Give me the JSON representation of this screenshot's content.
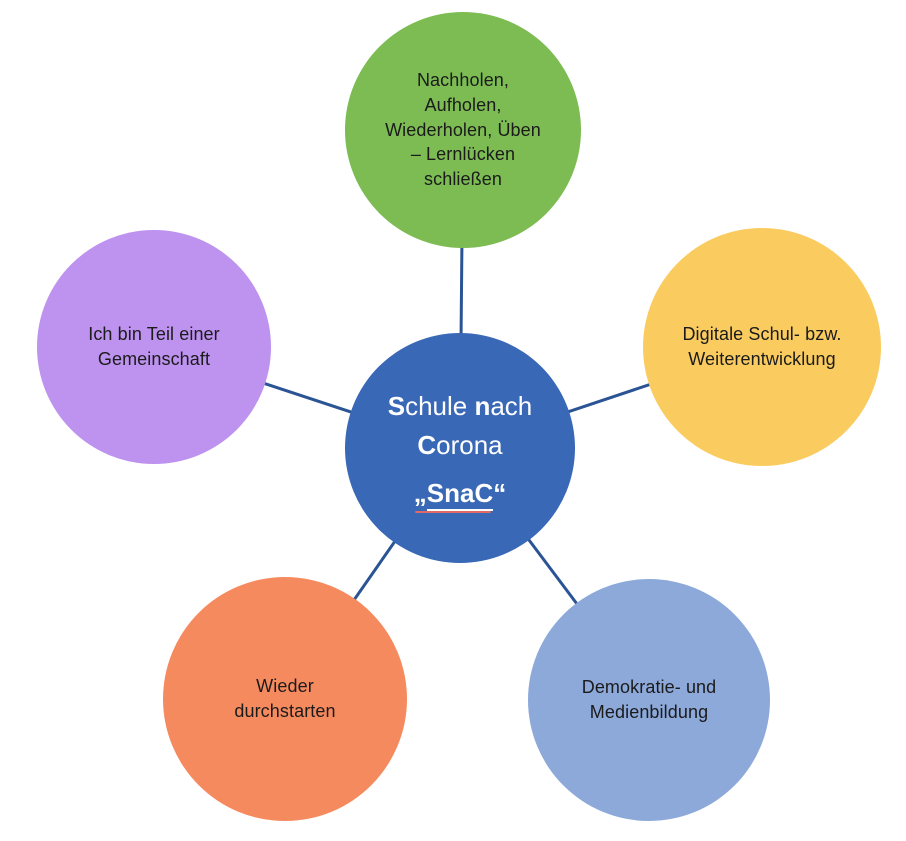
{
  "diagram": {
    "background": "#FFFFFF",
    "connector_color": "#2B5494",
    "center": {
      "bg": "#3968B6",
      "text_color": "#FFFFFF",
      "spellcheck_underline_color": "#E06A64",
      "title": {
        "b1": "S",
        "t1": "chule ",
        "b2": "n",
        "t2": "ach",
        "b3": "C",
        "t3": "orona"
      },
      "abbr": {
        "open": "„",
        "text": "SnaC",
        "close": "“"
      }
    },
    "nodes": [
      {
        "id": "learning-gaps",
        "label": "Nachholen,\nAufholen,\nWiederholen, Üben\n– Lernlücken\nschließen",
        "bg": "#7CBC52",
        "text_color": "#1B1B1B"
      },
      {
        "id": "community",
        "label": "Ich bin Teil einer\nGemeinschaft",
        "bg": "#BE92EF",
        "text_color": "#1B1B1B"
      },
      {
        "id": "digital-development",
        "label": "Digitale Schul- bzw.\nWeiterentwicklung",
        "bg": "#FACC60",
        "text_color": "#1B1B1B"
      },
      {
        "id": "restart",
        "label": "Wieder\ndurchstarten",
        "bg": "#F68A5F",
        "text_color": "#1B1B1B"
      },
      {
        "id": "democracy-media",
        "label": "Demokratie- und\nMedienbildung",
        "bg": "#8CA9DA",
        "text_color": "#1B1B1B"
      }
    ]
  }
}
